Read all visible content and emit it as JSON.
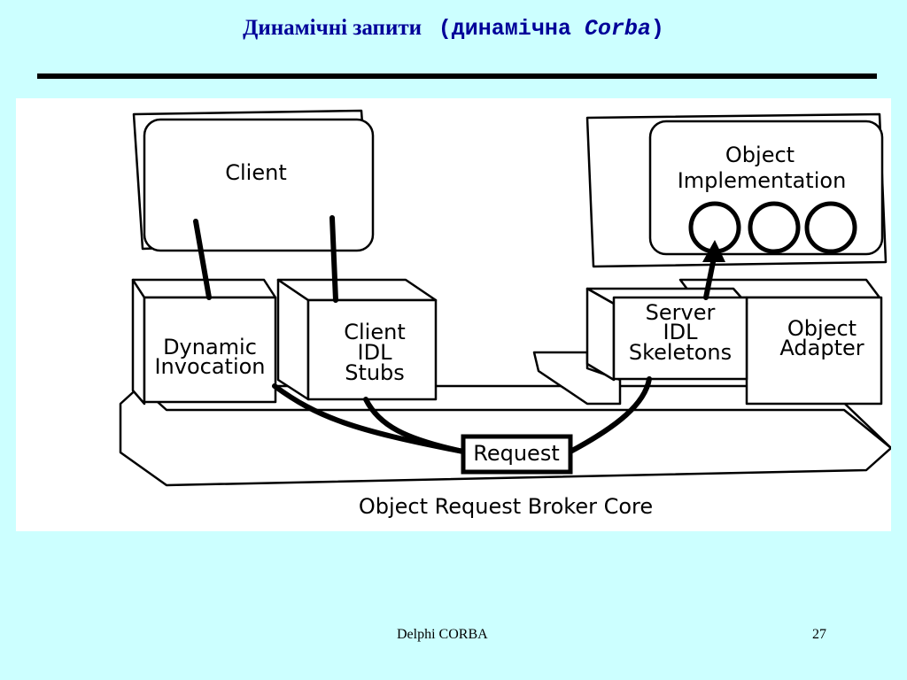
{
  "slide": {
    "title_main": "Динамічні запити",
    "title_paren_open": "(динамічна ",
    "title_italic": "Corba",
    "title_paren_close": ")",
    "footer_text": "Delphi CORBA",
    "page_number": "27"
  },
  "diagram": {
    "client": "Client",
    "object_impl_line1": "Object",
    "object_impl_line2": "Implementation",
    "dynamic_line1": "Dynamic",
    "dynamic_line2": "Invocation",
    "stubs_line1": "Client",
    "stubs_line2": "IDL",
    "stubs_line3": "Stubs",
    "skel_line1": "Server",
    "skel_line2": "IDL",
    "skel_line3": "Skeletons",
    "adapter_line1": "Object",
    "adapter_line2": "Adapter",
    "request": "Request",
    "orb_core": "Object Request Broker Core"
  }
}
